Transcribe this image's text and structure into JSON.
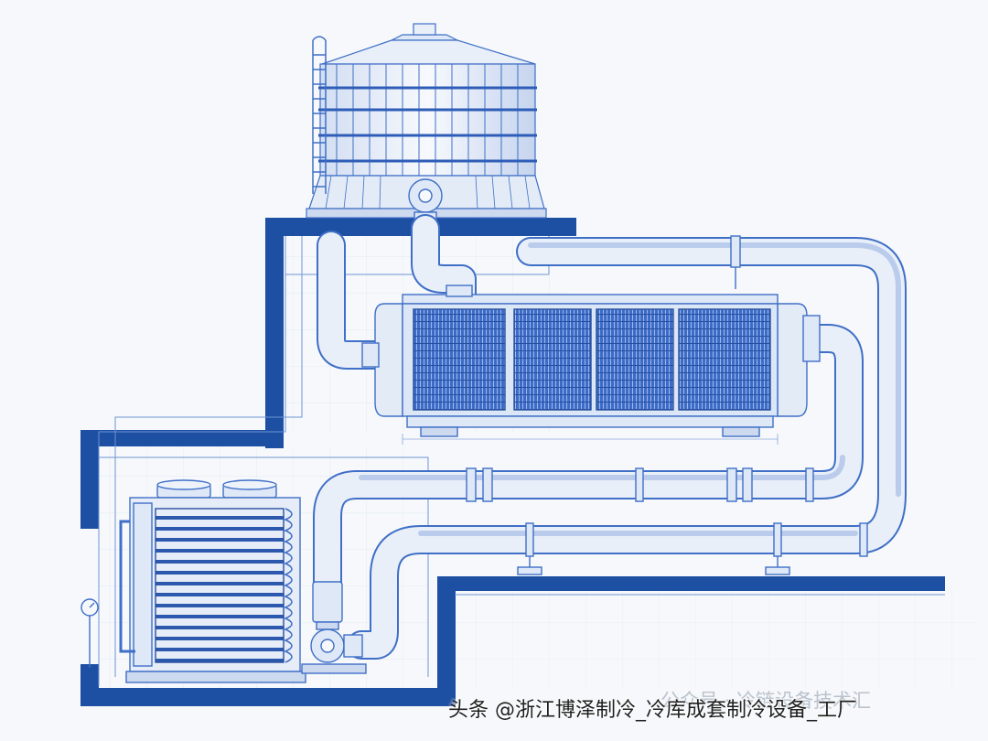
{
  "diagram": {
    "components": [
      "cooling-tower",
      "ladder",
      "circulation-pump",
      "shell-and-tube-heat-exchanger",
      "air-cooled-condensing-unit",
      "pressure-gauge",
      "piping-loop"
    ]
  },
  "watermark": {
    "primary": "头条 @浙江博泽制冷_冷库成套制冷设备_工厂",
    "secondary": "公众号 · 冷链设备技术汇"
  },
  "colors": {
    "background": "#f6f8fb",
    "wall": "#1d4fa3",
    "line": "#3f6fc7",
    "pipe_fill": "#dce6f5",
    "coil": "#3d6cc8",
    "coil_dark": "#284f9e",
    "watermark_text": "#1e1e1e",
    "watermark_faint": "#b9c2cc"
  }
}
